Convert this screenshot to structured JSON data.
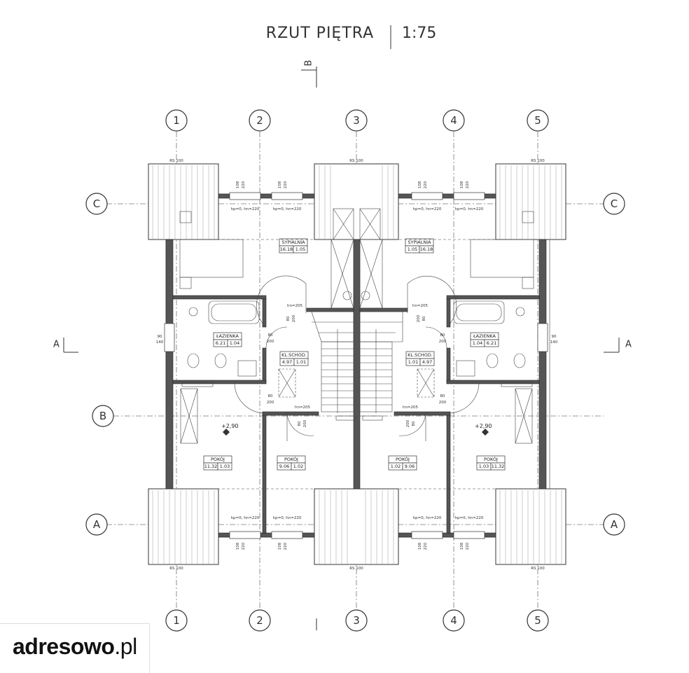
{
  "title": "RZUT PIĘTRA",
  "scale": "1:75",
  "axes_vertical": [
    "1",
    "2",
    "3",
    "4",
    "5"
  ],
  "axes_horizontal": [
    "C",
    "B",
    "A"
  ],
  "section_markers": {
    "a": "A",
    "b": "B"
  },
  "roof_label": "RS 100",
  "window_label": "hp=0, hn=220",
  "window_dims": [
    "108",
    "220"
  ],
  "door_label": "hn=205",
  "door_dims": [
    "80",
    "200"
  ],
  "window_side_dims": [
    "90",
    "140"
  ],
  "rooms": [
    {
      "id": "sypialnia-left",
      "name": "SYPIALNIA",
      "values": [
        "16.18",
        "1.05"
      ]
    },
    {
      "id": "sypialnia-right",
      "name": "SYPIALNIA",
      "values": [
        "1.05",
        "16.18"
      ]
    },
    {
      "id": "lazienka-left",
      "name": "ŁAZIENKA",
      "values": [
        "6.21",
        "1.04"
      ]
    },
    {
      "id": "lazienka-right",
      "name": "ŁAZIENKA",
      "values": [
        "1.04",
        "6.21"
      ]
    },
    {
      "id": "klschod-left",
      "name": "KL.SCHOD.",
      "values": [
        "4.97",
        "1.01"
      ]
    },
    {
      "id": "klschod-right",
      "name": "KL.SCHOD.",
      "values": [
        "1.01",
        "4.97"
      ]
    },
    {
      "id": "pokoj-1",
      "name": "POKÓJ",
      "values": [
        "11.32",
        "1.03"
      ]
    },
    {
      "id": "pokoj-2",
      "name": "POKÓJ",
      "values": [
        "9.06",
        "1.02"
      ]
    },
    {
      "id": "pokoj-3",
      "name": "POKÓJ",
      "values": [
        "1.02",
        "9.06"
      ]
    },
    {
      "id": "pokoj-4",
      "name": "POKÓJ",
      "values": [
        "1.03",
        "11.32"
      ]
    }
  ],
  "levels": [
    "+2,90",
    "+2,90"
  ],
  "logo": {
    "brand": "adresowo",
    "suffix": ".pl"
  }
}
